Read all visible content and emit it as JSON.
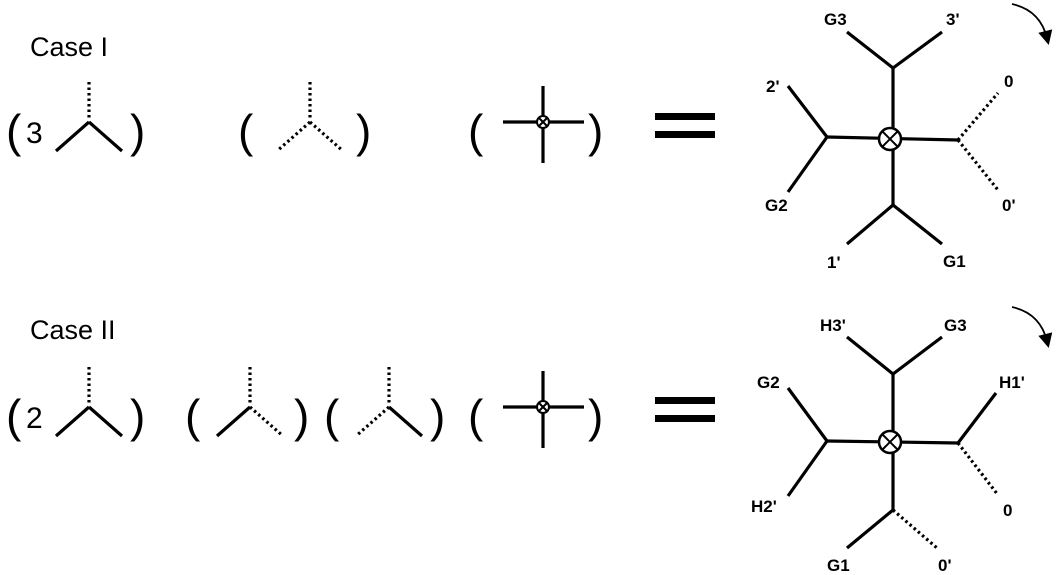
{
  "cases": [
    {
      "title": "Case I",
      "coefficient": "3",
      "equals": "=",
      "labels": [
        "G3",
        "3'",
        "2'",
        "0",
        "G2",
        "0'",
        "1'",
        "G1"
      ]
    },
    {
      "title": "Case II",
      "coefficient": "2",
      "equals": "=",
      "labels": [
        "H3'",
        "G3",
        "G2",
        "H1'",
        "H2'",
        "0",
        "G1",
        "0'"
      ]
    }
  ]
}
